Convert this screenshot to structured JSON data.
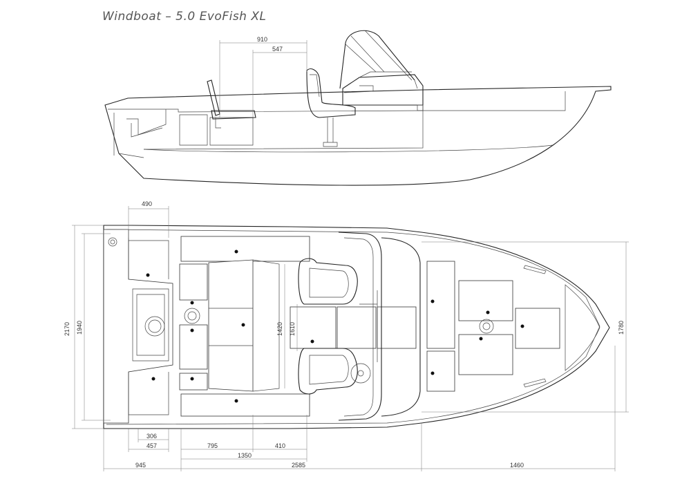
{
  "title": "Windboat – 5.0 EvoFish XL",
  "dimensions": {
    "side_top_1": "910",
    "side_top_2": "547",
    "top_490": "490",
    "left_2170": "2170",
    "left_1940": "1940",
    "mid_1420": "1420",
    "mid_1610": "1610",
    "right_1780": "1780",
    "b_306": "306",
    "b_457": "457",
    "b_795": "795",
    "b_410": "410",
    "b_1350": "1350",
    "b_945": "945",
    "b_2585": "2585",
    "b_1460": "1460"
  }
}
